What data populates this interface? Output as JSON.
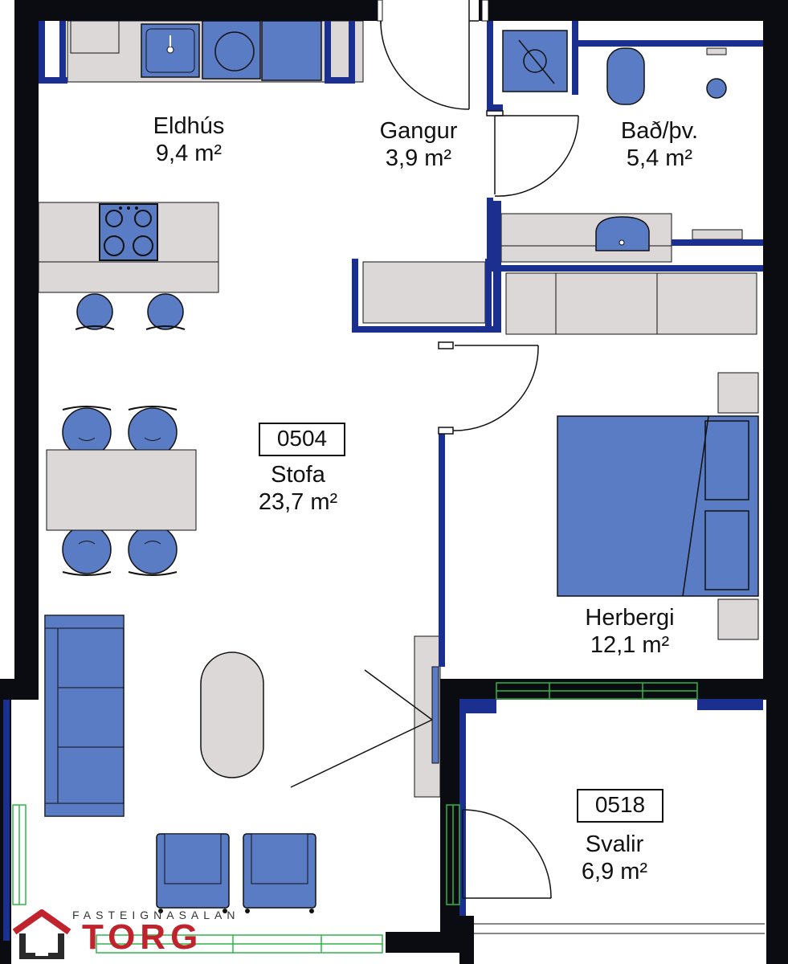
{
  "plan": {
    "colors": {
      "wall": "#0b0b12",
      "wall_inner": "#1b2f8f",
      "furniture": "#5a7cc5",
      "counter": "#dcd8d8",
      "window": "#2fb54a",
      "line": "#111111"
    },
    "rooms": [
      {
        "id": "eldhus",
        "name": "Eldhús",
        "area": "9,4 m²"
      },
      {
        "id": "gangur",
        "name": "Gangur",
        "area": "3,9 m²"
      },
      {
        "id": "bad",
        "name": "Bað/þv.",
        "area": "5,4 m²"
      },
      {
        "id": "stofa",
        "name": "Stofa",
        "area": "23,7 m²"
      },
      {
        "id": "herbergi",
        "name": "Herbergi",
        "area": "12,1 m²"
      },
      {
        "id": "svalir",
        "name": "Svalir",
        "area": "6,9 m²"
      }
    ],
    "units": {
      "main": "0504",
      "balcony": "0518"
    }
  },
  "brand": {
    "tagline": "FASTEIGNASALAN",
    "name": "TORG",
    "color": "#c0232c"
  }
}
